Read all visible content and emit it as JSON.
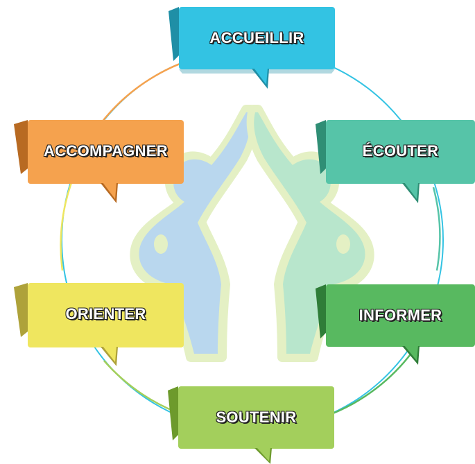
{
  "diagram": {
    "steps": [
      {
        "id": "accueillir",
        "label": "ACCUEILLIR",
        "color": "#33c3e3",
        "shade": "#1f8fa6"
      },
      {
        "id": "ecouter",
        "label": "ÉCOUTER",
        "color": "#56c4a8",
        "shade": "#2f8e75"
      },
      {
        "id": "informer",
        "label": "INFORMER",
        "color": "#58b960",
        "shade": "#2f7d38"
      },
      {
        "id": "soutenir",
        "label": "SOUTENIR",
        "color": "#a3cf5c",
        "shade": "#6d9a2c"
      },
      {
        "id": "orienter",
        "label": "ORIENTER",
        "color": "#efe65f",
        "shade": "#aea23a"
      },
      {
        "id": "accompagner",
        "label": "ACCOMPAGNER",
        "color": "#f5a24e",
        "shade": "#b86a22"
      }
    ],
    "figures": {
      "left_color": "#b9d7ee",
      "right_color": "#b8e6cc",
      "outline_color": "#e4f0c4"
    }
  }
}
